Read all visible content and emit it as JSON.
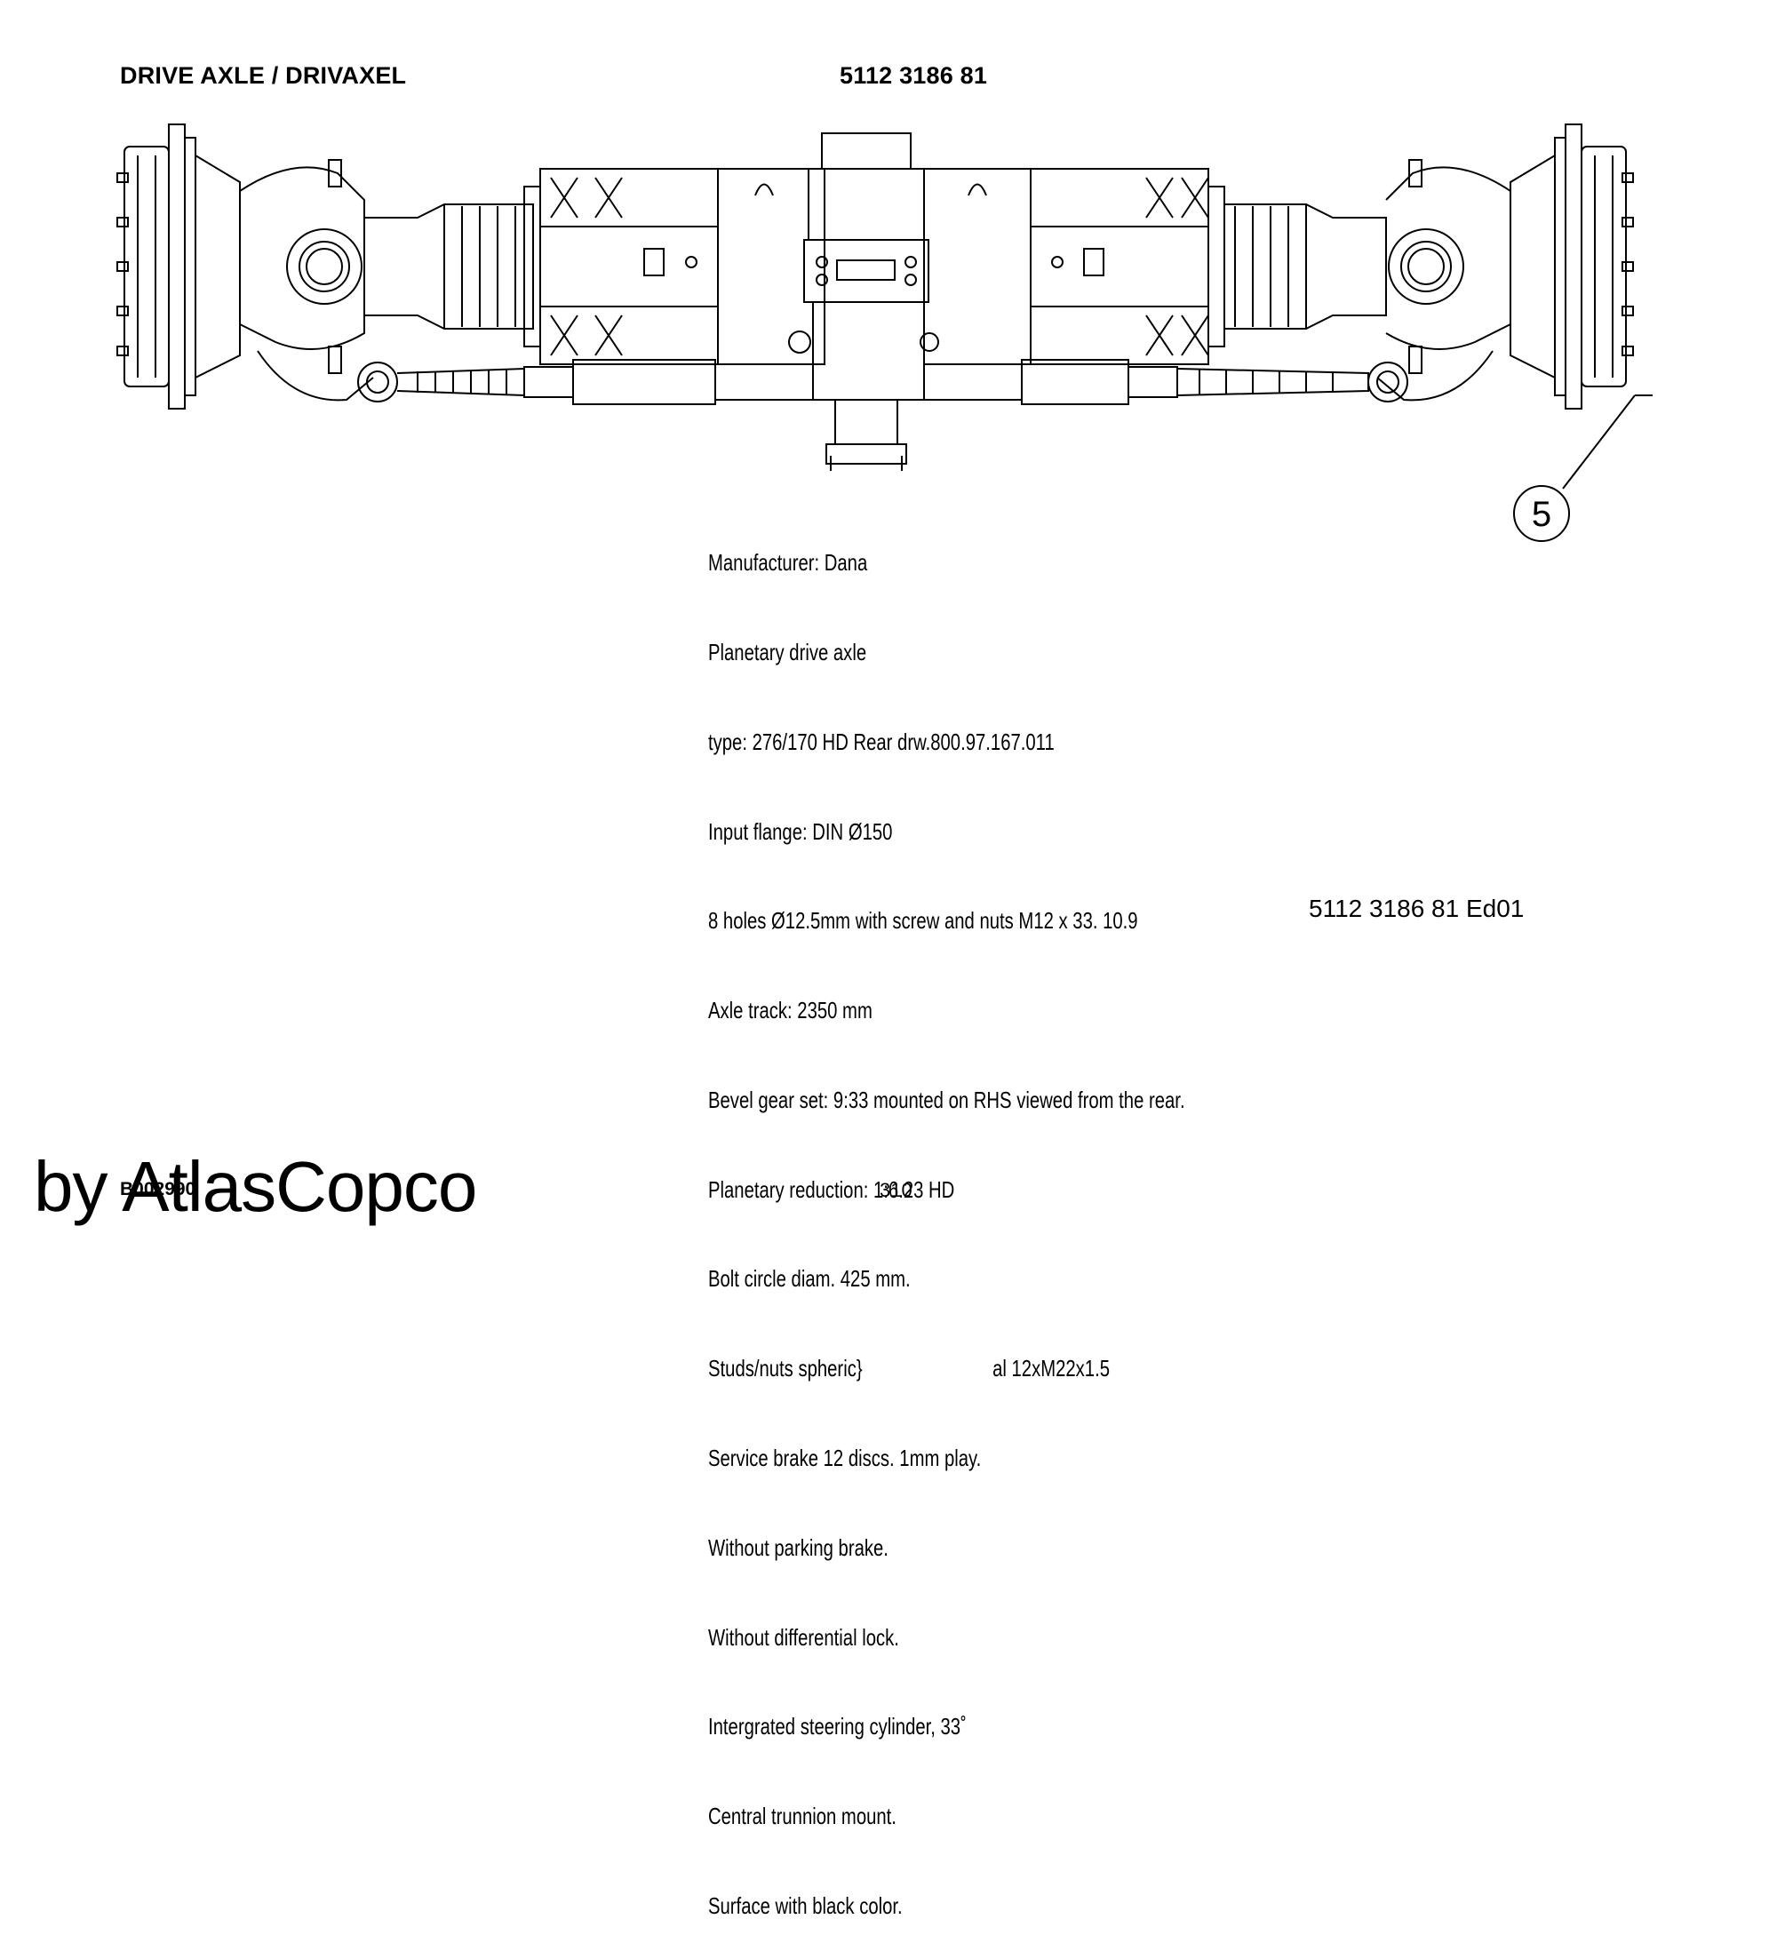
{
  "header": {
    "title": "DRIVE AXLE / DRIVAXEL",
    "part_number": "5112 3186 81"
  },
  "callout": {
    "number": "5"
  },
  "specifications": [
    "Manufacturer: Dana",
    "Planetary drive axle",
    "type: 276/170 HD Rear drw.800.97.167.011",
    "Input flange: DIN Ø150",
    "8 holes Ø12.5mm with screw and nuts M12 x 33. 10.9",
    "Axle track: 2350 mm",
    "Bevel gear set: 9:33 mounted on RHS viewed from the rear.",
    "Planetary reduction: 1:6.23 HD",
    "Bolt circle diam. 425 mm.",
    "Studs/nuts spheric}                          al 12xM22x1.5",
    "Service brake 12 discs. 1mm play.",
    "Without parking brake.",
    "Without differential lock.",
    "Intergrated steering cylinder, 33˚",
    "Central trunnion mount.",
    "Surface with black color."
  ],
  "edition": "5112 3186 81 Ed01",
  "footer": {
    "doc_number": "B002990",
    "brand": "by AtlasCopco",
    "page": "310"
  }
}
